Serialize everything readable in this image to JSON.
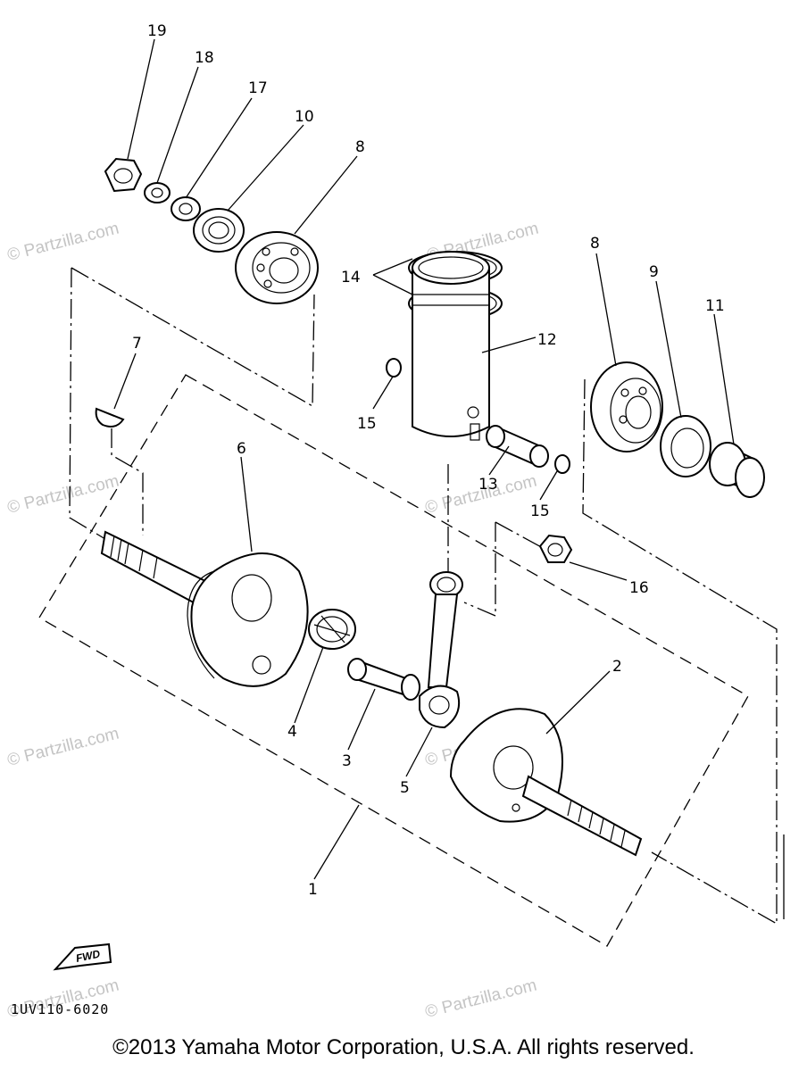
{
  "diagram": {
    "callouts": {
      "c1": "1",
      "c2": "2",
      "c3": "3",
      "c4": "4",
      "c5": "5",
      "c6": "6",
      "c7": "7",
      "c8a": "8",
      "c8b": "8",
      "c9": "9",
      "c10": "10",
      "c11": "11",
      "c12": "12",
      "c13": "13",
      "c14": "14",
      "c15a": "15",
      "c15b": "15",
      "c16": "16",
      "c17": "17",
      "c18": "18",
      "c19": "19"
    },
    "diagram_code": "1UV110-6020",
    "fwd_label": "FWD",
    "watermark": "© Partzilla.com"
  },
  "footer": {
    "copyright": "©2013 Yamaha Motor Corporation, U.S.A. All rights reserved."
  }
}
